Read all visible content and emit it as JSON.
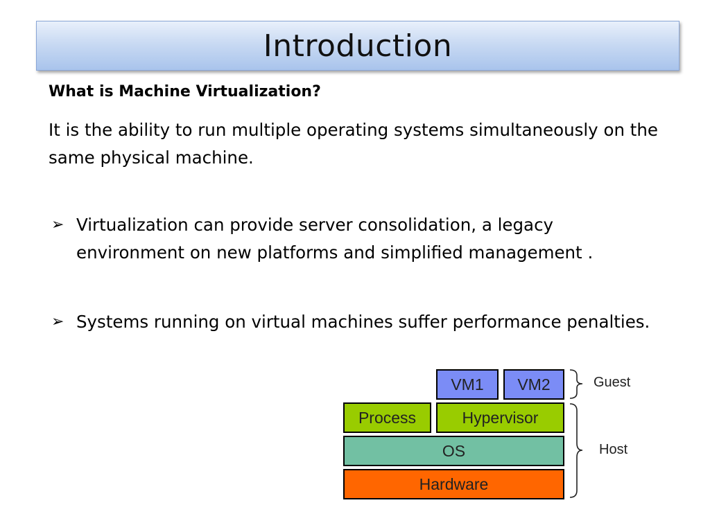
{
  "slide": {
    "title": "Introduction",
    "heading": "What is Machine Virtualization?",
    "intro": "It is the ability to run multiple operating systems simultaneously on the same physical machine.",
    "bullet_icon": "arrow-bullet-icon",
    "bullets": [
      "Virtualization can provide server consolidation, a legacy environment on new platforms and simplified management .",
      "Systems running on virtual machines suffer performance penalties."
    ]
  },
  "diagram": {
    "vm1": "VM1",
    "vm2": "VM2",
    "process": "Process",
    "hypervisor": "Hypervisor",
    "os": "OS",
    "hardware": "Hardware",
    "guest": "Guest",
    "host": "Host",
    "colors": {
      "vm": "#7b8cf6",
      "process": "#99cc00",
      "hypervisor": "#99cc00",
      "os": "#72c0a3",
      "hardware": "#ff6600"
    }
  }
}
